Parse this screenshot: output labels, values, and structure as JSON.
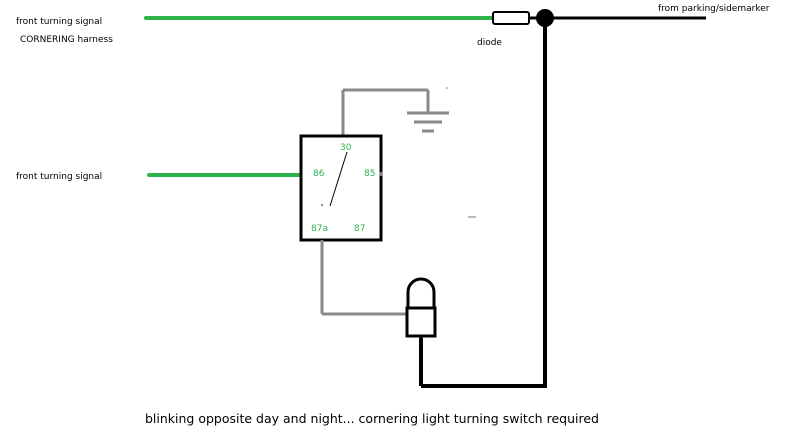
{
  "labels": {
    "front_signal_top": "front turning signal",
    "cornering_harness": "CORNERING harness",
    "diode": "diode",
    "parking_sidemarker": "from parking/sidemarker",
    "front_signal_left": "front turning signal",
    "caption": "blinking opposite day and night... cornering light turning switch required"
  },
  "relay": {
    "pin_30": "30",
    "pin_86": "86",
    "pin_85": "85",
    "pin_87a": "87a",
    "pin_87": "87"
  },
  "colors": {
    "signal_wire": "#2eb34a",
    "ground_wire": "#888888",
    "black_wire": "#000000",
    "pin_text": "#2eb34a"
  }
}
